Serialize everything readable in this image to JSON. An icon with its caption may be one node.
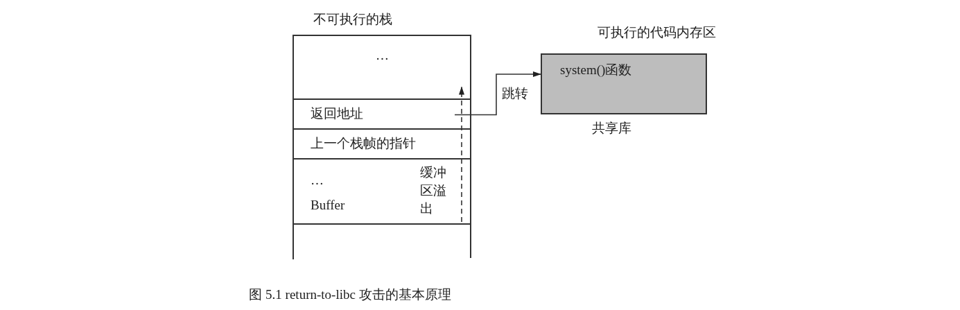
{
  "diagram": {
    "caption": "图 5.1 return-to-libc 攻击的基本原理",
    "nodes": [
      {
        "text": [
          "不可执行的栈"
        ]
      },
      {
        "text": [
          "…"
        ],
        "in": 0
      },
      {
        "text": [
          "返回地址"
        ],
        "in": 0
      },
      {
        "text": [
          "上一个栈帧的指针"
        ],
        "in": 0
      },
      {
        "text": [
          "…",
          "Buffer"
        ],
        "in": 0
      },
      {
        "text": [],
        "shape": "box",
        "in": 0
      },
      {
        "text": [
          "可执行的代码内存区",
          "system()函数"
        ],
        "beside": [
          "共享库"
        ]
      }
    ],
    "edges": [
      {
        "from": 2,
        "to": 6,
        "arrow": "to",
        "label": "跳转"
      },
      {
        "from": 4,
        "to": 1,
        "arrow": "to",
        "style": "dashed",
        "label": "缓冲区溢出"
      }
    ]
  }
}
